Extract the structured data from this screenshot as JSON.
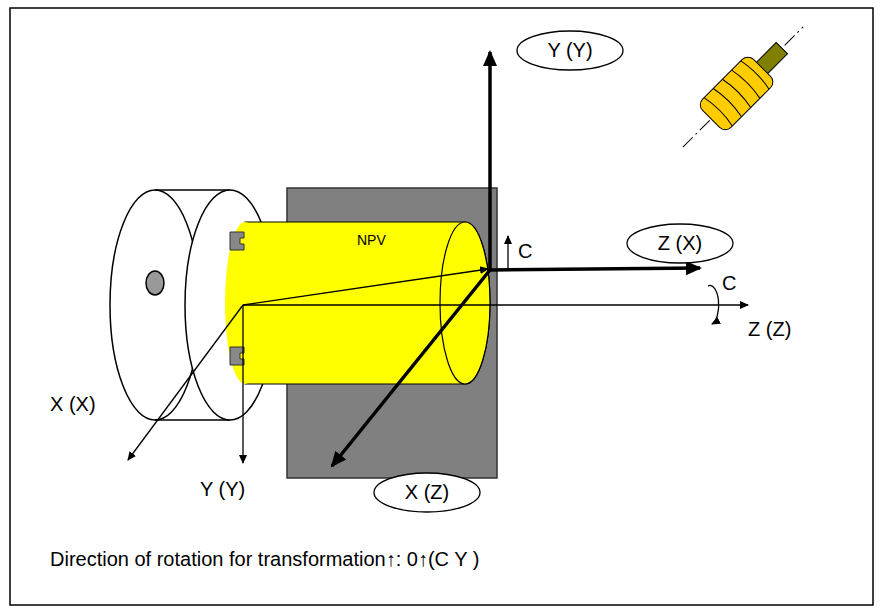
{
  "diagram": {
    "caption": "Direction of rotation for transformation↑: 0↑(C Y )",
    "nodes": [
      {
        "text": [
          "Y (Y)"
        ]
      },
      {
        "text": [
          "Z (X)"
        ]
      },
      {
        "text": [
          "X (Z)"
        ]
      }
    ],
    "labels": [
      "NPV",
      "C",
      "C",
      "Z (Z)",
      "X (X)",
      "Y (Y)"
    ]
  }
}
